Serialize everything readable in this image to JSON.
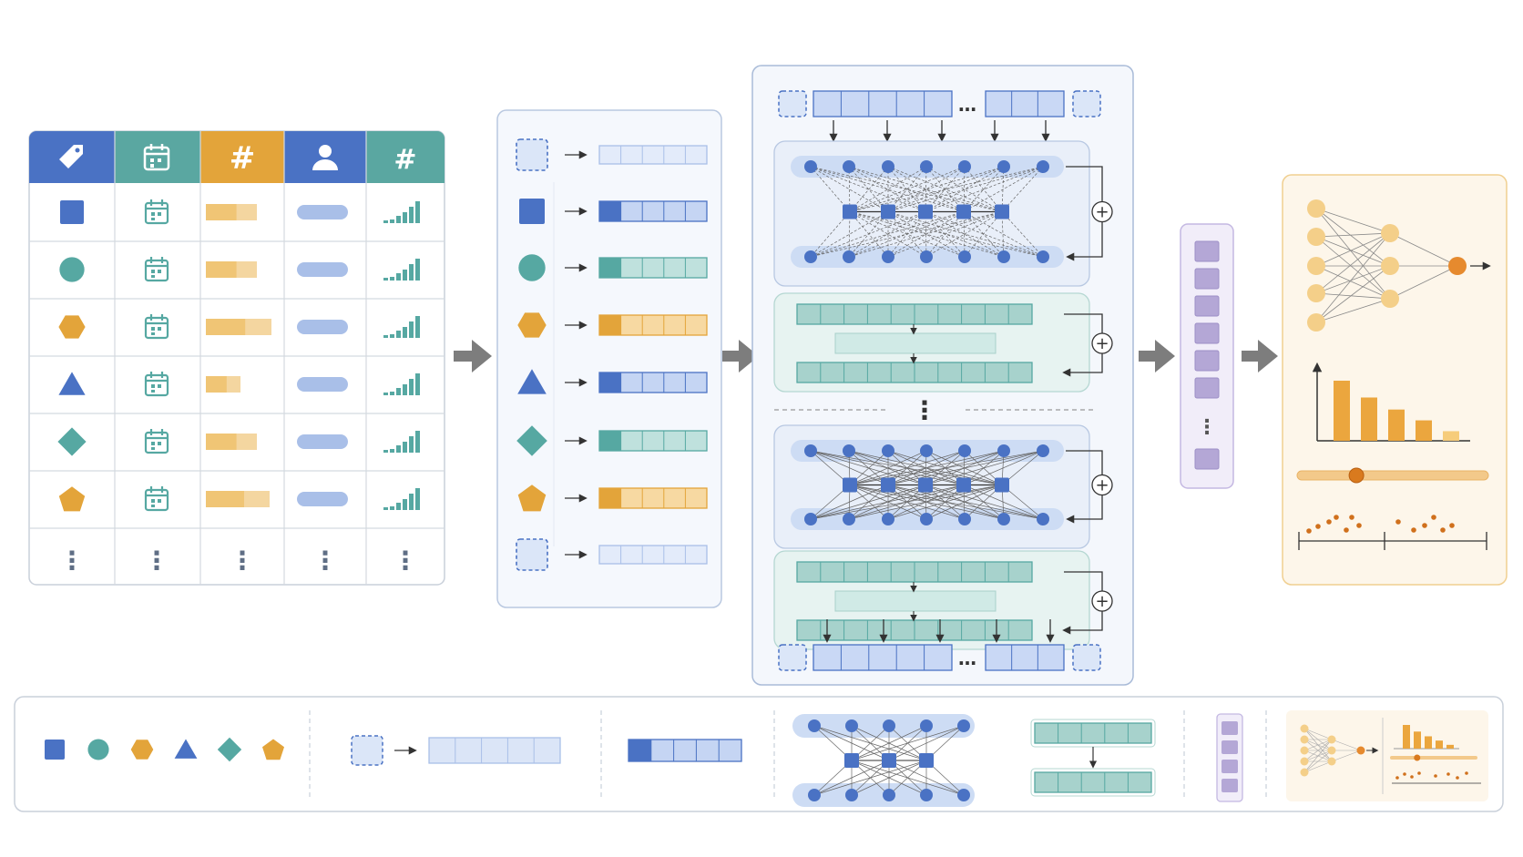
{
  "colors": {
    "blue": "#4a72c4",
    "blue_light": "#dbe6f8",
    "blue_mid": "#a9bfe8",
    "teal": "#56a8a2",
    "teal_light": "#d4ece9",
    "orange": "#e3a43a",
    "orange_light": "#f4d6a0",
    "purple": "#b4a7d6",
    "purple_light": "#ebe6f6",
    "header_blue": "#4a72c4",
    "header_teal": "#5aa7a1",
    "header_orange": "#e3a43a",
    "arrow_gray": "#7d7d7d",
    "border": "#c9d0da",
    "output_bg": "#fdf6ea",
    "output_border": "#f0cf90"
  },
  "table": {
    "header_icons": [
      "tag-icon",
      "calendar-icon",
      "hash-icon",
      "person-icon",
      "hash-icon"
    ],
    "header_hash_glyph": "#",
    "row_shapes": [
      "square",
      "circle",
      "hexagon",
      "triangle",
      "diamond",
      "pentagon"
    ],
    "ellipsis": "⋮"
  },
  "embedding_panel": {
    "tokens": [
      "mask",
      "square",
      "circle",
      "hexagon",
      "triangle",
      "diamond",
      "pentagon",
      "mask"
    ]
  },
  "encoder": {
    "ellipsis_horizontal": "…",
    "ellipsis_vertical": "⋮",
    "plus_glyph": "+"
  },
  "pooled_vector": {
    "ellipsis": "⋮"
  },
  "output_panel": {
    "bar_heights": [
      1.0,
      0.72,
      0.52,
      0.34,
      0.16
    ],
    "slider_level": 0.31
  },
  "legend": {
    "shapes": [
      "square",
      "circle",
      "hexagon",
      "triangle",
      "diamond",
      "pentagon"
    ],
    "items": [
      "column-type-shapes",
      "mask-token-embedding",
      "embedding-vector",
      "attention-block",
      "feed-forward-block",
      "pooled-vector",
      "output-heads"
    ]
  }
}
